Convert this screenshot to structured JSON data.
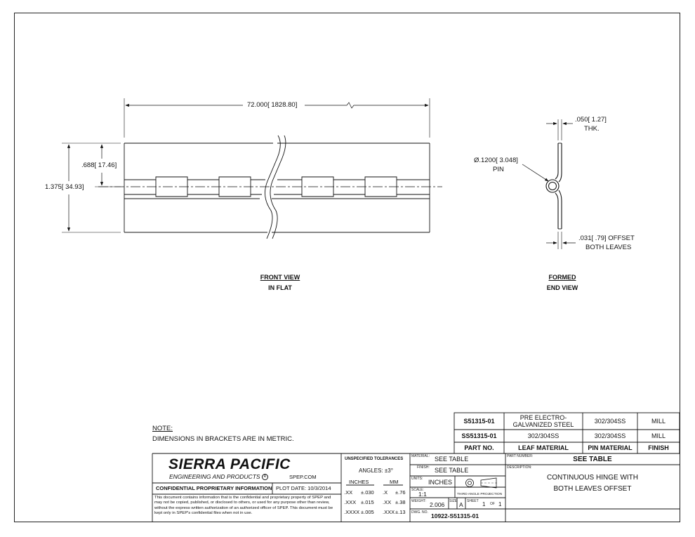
{
  "drawing": {
    "dims": {
      "length": "72.000",
      "length_metric": "1828.80",
      "leaf_height": ".688",
      "leaf_height_metric": "17.46",
      "overall_height": "1.375",
      "overall_height_metric": "34.93",
      "thickness": ".050",
      "thickness_metric": "1.27",
      "thickness_label": "THK.",
      "pin_diameter": "Ø.1200",
      "pin_diameter_metric": "3.048",
      "pin_label": "PIN",
      "offset": ".031",
      "offset_metric": ".79",
      "offset_label": "OFFSET",
      "offset_label_2": "BOTH LEAVES"
    },
    "views": {
      "front_title": "FRONT VIEW",
      "front_subtitle": "IN FLAT",
      "end_title": "FORMED",
      "end_subtitle": "END VIEW"
    }
  },
  "notes": {
    "heading": "NOTE:",
    "text": "DIMENSIONS IN BRACKETS ARE IN METRIC."
  },
  "part_table": {
    "rows": [
      {
        "part_no": "S51315-01",
        "leaf_material": "PRE ELECTRO-\nGALVANIZED STEEL",
        "pin_material": "302/304SS",
        "finish": "MILL"
      },
      {
        "part_no": "SS51315-01",
        "leaf_material": "302/304SS",
        "pin_material": "302/304SS",
        "finish": "MILL"
      }
    ],
    "headers": {
      "part_no": "PART NO.",
      "leaf_material": "LEAF MATERIAL",
      "pin_material": "PIN MATERIAL",
      "finish": "FINISH"
    }
  },
  "title_block": {
    "company": "SIERRA PACIFIC",
    "company_sub": "ENGINEERING AND PRODUCTS",
    "registered": "R",
    "website": "SPEP.COM",
    "confidential_title": "CONFIDENTIAL PROPRIETARY INFORMATION",
    "plot_date": "PLOT DATE:  10/3/2014",
    "confidential_text": "This document contains information that is the confidential and proprietary property of SPEP and may not be copied, published, or disclosed to others, or used for any purpose other than review, without the express written authorization of an authorized officer of SPEP. This document must be kept only in SPEP's confidential files when not in use.",
    "tolerances_title": "UNSPECIFIED TOLERANCES",
    "angles": "ANGLES: ±3°",
    "inches_header": "INCHES",
    "mm_header": "MM",
    "tol_rows": [
      {
        "in_fmt": ".XX",
        "in_tol": "±.030",
        "mm_fmt": ".X",
        "mm_tol": "±.76"
      },
      {
        "in_fmt": ".XXX",
        "in_tol": "±.015",
        "mm_fmt": ".XX",
        "mm_tol": "±.38"
      },
      {
        "in_fmt": ".XXXX",
        "in_tol": "±.005",
        "mm_fmt": ".XXX",
        "mm_tol": "±.13"
      }
    ],
    "material_label": "MATERIAL:",
    "material": "SEE TABLE",
    "finish_label": "FINISH:",
    "finish": "SEE TABLE",
    "units_label": "UNITS:",
    "units": "INCHES",
    "projection": "THIRD ANGLE PROJECTION",
    "scale_label": "SCALE:",
    "scale": "1:1",
    "weight_label": "WEIGHT:",
    "weight": "2.006",
    "size_label": "SIZE",
    "size": "A",
    "sheet_label": "SHEET",
    "sheet": "1",
    "of_label": "OF",
    "sheet_total": "1",
    "dwg_label": "DWG. NO.",
    "dwg_no": "10922-S51315-01",
    "part_number_label": "PART NUMBER:",
    "part_number": "SEE TABLE",
    "description_label": "DESCRIPTION:",
    "description_1": "CONTINUOUS HINGE WITH",
    "description_2": "BOTH LEAVES OFFSET"
  }
}
